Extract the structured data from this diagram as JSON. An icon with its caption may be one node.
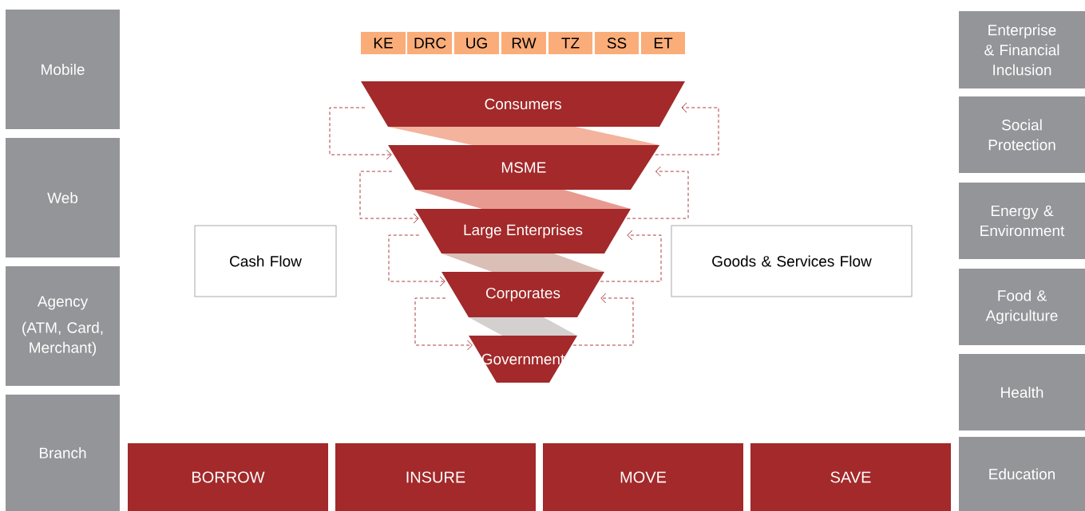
{
  "diagram": {
    "nodes": [
      {
        "text": [
          "Mobile"
        ]
      },
      {
        "text": [
          "Web"
        ]
      },
      {
        "text": [
          "Agency",
          "(ATM, Card, Merchant)"
        ]
      },
      {
        "text": [
          "Branch"
        ]
      },
      {
        "text": [
          "KE"
        ]
      },
      {
        "text": [
          "DRC"
        ]
      },
      {
        "text": [
          "UG"
        ]
      },
      {
        "text": [
          "RW"
        ]
      },
      {
        "text": [
          "TZ"
        ]
      },
      {
        "text": [
          "SS"
        ]
      },
      {
        "text": [
          "ET"
        ]
      },
      {
        "text": [
          "Consumers"
        ]
      },
      {
        "text": [
          "MSME"
        ]
      },
      {
        "text": [
          "Large Enterprises"
        ]
      },
      {
        "text": [
          "Corporates"
        ]
      },
      {
        "text": [
          "Government"
        ]
      },
      {
        "text": [
          "Cash Flow"
        ]
      },
      {
        "text": [
          "Goods & Services Flow"
        ]
      },
      {
        "text": [
          "BORROW"
        ]
      },
      {
        "text": [
          "INSURE"
        ]
      },
      {
        "text": [
          "MOVE"
        ]
      },
      {
        "text": [
          "SAVE"
        ]
      },
      {
        "text": [
          "Enterprise & Financial Inclusion"
        ]
      },
      {
        "text": [
          "Social Protection"
        ]
      },
      {
        "text": [
          "Energy & Environment"
        ]
      },
      {
        "text": [
          "Food & Agriculture"
        ]
      },
      {
        "text": [
          "Health"
        ]
      },
      {
        "text": [
          "Education"
        ]
      }
    ],
    "edges": [
      {
        "from": 11,
        "to": 12,
        "arrow": "to",
        "style": "dashed"
      },
      {
        "from": 12,
        "to": 11,
        "arrow": "to",
        "style": "dashed"
      },
      {
        "from": 12,
        "to": 13,
        "arrow": "to",
        "style": "dashed"
      },
      {
        "from": 13,
        "to": 12,
        "arrow": "to",
        "style": "dashed"
      },
      {
        "from": 13,
        "to": 14,
        "arrow": "to",
        "style": "dashed"
      },
      {
        "from": 14,
        "to": 13,
        "arrow": "to",
        "style": "dashed"
      },
      {
        "from": 14,
        "to": 15,
        "arrow": "to",
        "style": "dashed"
      },
      {
        "from": 15,
        "to": 14,
        "arrow": "to",
        "style": "dashed"
      }
    ]
  }
}
